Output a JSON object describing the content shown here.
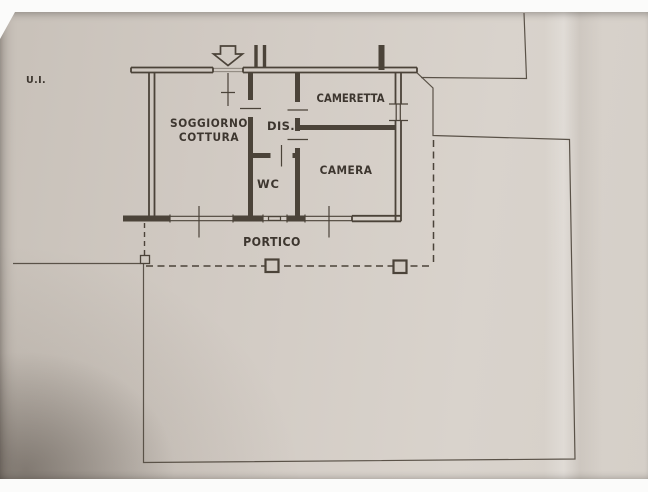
{
  "photo": {
    "background_color": "#fbfbfa",
    "paper_color": "#d2cbc3",
    "ink_color": "#4b4339",
    "boundary_color": "#5a5248",
    "text_color": "#3d362f"
  },
  "plan": {
    "unit_label": "U.I.",
    "rooms": {
      "soggiorno_cottura": {
        "line1": "SOGGIORNO",
        "line2": "COTTURA"
      },
      "dis": "DIS.",
      "cameretta": "CAMERETTA",
      "wc": "WC",
      "camera": "CAMERA",
      "portico": "PORTICO"
    }
  }
}
